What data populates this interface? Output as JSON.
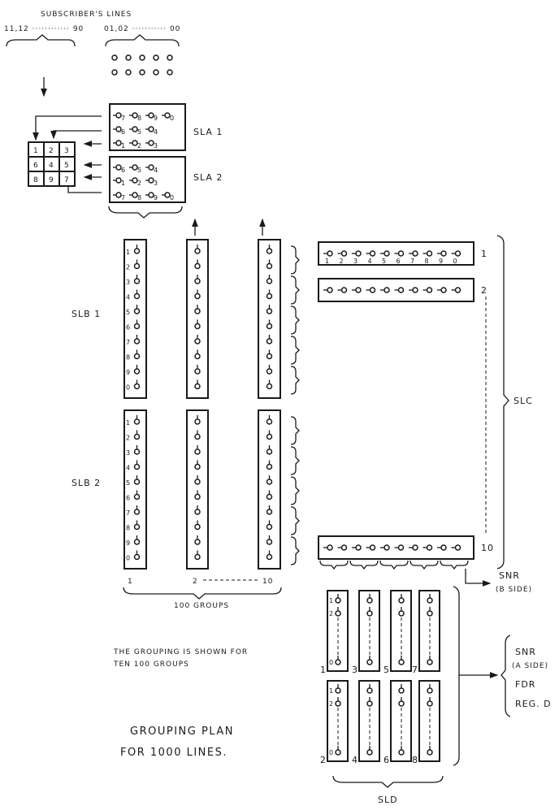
{
  "title": "SUBSCRIBER'S LINES",
  "line_ranges": [
    "11,12 ············ 90",
    "01,02 ··········· 00"
  ],
  "grid_cells": [
    "1",
    "2",
    "3",
    "6",
    "4",
    "5",
    "8",
    "9",
    "7"
  ],
  "sla": [
    {
      "label": "SLA 1",
      "rows": [
        [
          "7",
          "8",
          "9",
          "0"
        ],
        [
          "6",
          "5",
          "4"
        ],
        [
          "1",
          "2",
          "3"
        ]
      ]
    },
    {
      "label": "SLA 2",
      "rows": [
        [
          "6",
          "5",
          "4"
        ],
        [
          "1",
          "2",
          "3"
        ],
        [
          "7",
          "8",
          "9",
          "0"
        ]
      ]
    }
  ],
  "slb": [
    {
      "label": "SLB 1"
    },
    {
      "label": "SLB 2"
    }
  ],
  "slb_contact_numbers": [
    "1",
    "2",
    "3",
    "4",
    "5",
    "6",
    "7",
    "8",
    "9",
    "0"
  ],
  "column_numbers": [
    "1",
    "2",
    "10"
  ],
  "groups_label": "100 GROUPS",
  "slc": {
    "label": "SLC",
    "row_labels": [
      "1",
      "2",
      "10"
    ],
    "contact_numbers": [
      "1",
      "2",
      "3",
      "4",
      "5",
      "6",
      "7",
      "8",
      "9",
      "0"
    ]
  },
  "snr_b": {
    "label": "SNR",
    "side": "(B SIDE)"
  },
  "sld": {
    "label": "SLD",
    "box_numbers_top": [
      "1",
      "3",
      "5",
      "7"
    ],
    "box_numbers_bottom": [
      "2",
      "4",
      "6",
      "8"
    ],
    "contact_labels": [
      "1",
      "2",
      "0"
    ]
  },
  "outputs": [
    "SNR",
    "(A SIDE)",
    "FDR",
    "REG. D"
  ],
  "note": [
    "THE GROUPING IS SHOWN FOR",
    "TEN 100 GROUPS"
  ],
  "caption": [
    "GROUPING PLAN",
    "FOR 1000 LINES."
  ]
}
